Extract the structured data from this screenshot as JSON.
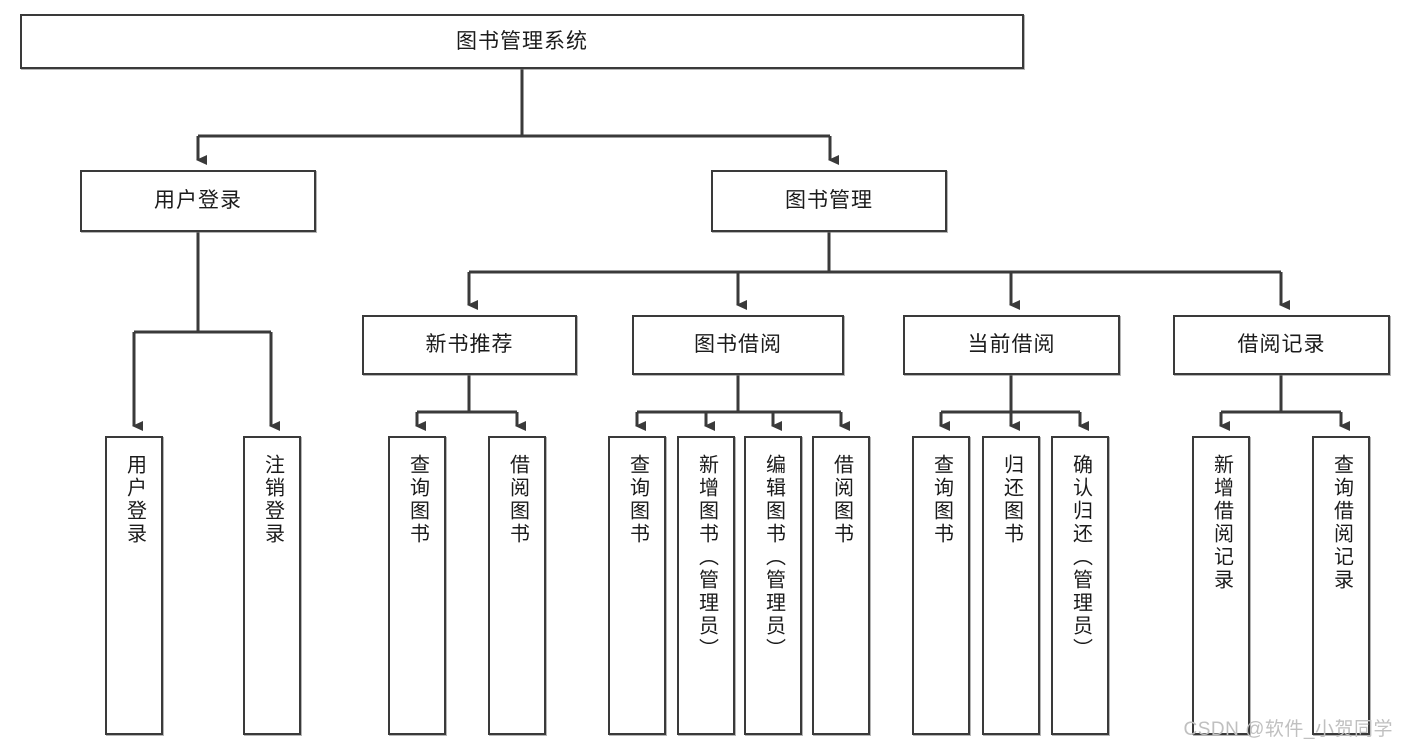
{
  "diagram": {
    "title": "图书管理系统",
    "type": "hierarchy-tree",
    "root": {
      "id": "root",
      "label": "图书管理系统"
    },
    "level2": [
      {
        "id": "user-login",
        "label": "用户登录"
      },
      {
        "id": "book-manage",
        "label": "图书管理"
      }
    ],
    "level3": [
      {
        "id": "new-book-rec",
        "label": "新书推荐"
      },
      {
        "id": "book-borrow",
        "label": "图书借阅"
      },
      {
        "id": "current-borrow",
        "label": "当前借阅"
      },
      {
        "id": "borrow-record",
        "label": "借阅记录"
      }
    ],
    "leaves": {
      "user_login": [
        {
          "id": "leaf-user-login",
          "label": "用户登录"
        },
        {
          "id": "leaf-logout",
          "label": "注销登录"
        }
      ],
      "new_book_rec": [
        {
          "id": "leaf-query-book-1",
          "label": "查询图书"
        },
        {
          "id": "leaf-borrow-book-1",
          "label": "借阅图书"
        }
      ],
      "book_borrow": [
        {
          "id": "leaf-query-book-2",
          "label": "查询图书"
        },
        {
          "id": "leaf-add-book",
          "label": "新增图书（管理员）"
        },
        {
          "id": "leaf-edit-book",
          "label": "编辑图书（管理员）"
        },
        {
          "id": "leaf-borrow-book-2",
          "label": "借阅图书"
        }
      ],
      "current_borrow": [
        {
          "id": "leaf-query-book-3",
          "label": "查询图书"
        },
        {
          "id": "leaf-return-book",
          "label": "归还图书"
        },
        {
          "id": "leaf-confirm-return",
          "label": "确认归还（管理员）"
        }
      ],
      "borrow_record": [
        {
          "id": "leaf-add-record",
          "label": "新增借阅记录"
        },
        {
          "id": "leaf-query-record",
          "label": "查询借阅记录"
        }
      ]
    }
  },
  "watermark": {
    "text": "CSDN @软件_小贺同学"
  },
  "colors": {
    "stroke": "#3a3a3a",
    "fill": "#ffffff",
    "text": "#1b1b1b",
    "watermark": "#c0c0c0"
  }
}
